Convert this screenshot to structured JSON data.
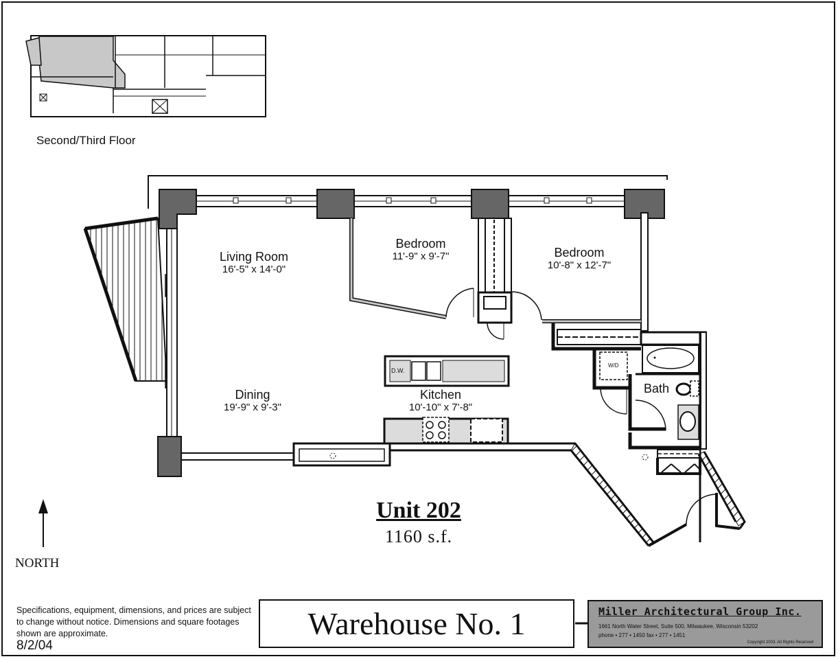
{
  "key_plan": {
    "caption": "Second/Third Floor"
  },
  "rooms": {
    "living": {
      "name": "Living Room",
      "dims": "16'-5\" x 14'-0\""
    },
    "bedroom1": {
      "name": "Bedroom",
      "dims": "11'-9\" x 9'-7\""
    },
    "bedroom2": {
      "name": "Bedroom",
      "dims": "10'-8\" x 12'-7\""
    },
    "dining": {
      "name": "Dining",
      "dims": "19'-9\" x 9'-3\""
    },
    "kitchen": {
      "name": "Kitchen",
      "dims": "10'-10\" x 7'-8\""
    },
    "bath": {
      "name": "Bath"
    }
  },
  "fixtures": {
    "dishwasher": "D.W.",
    "washer_dryer": "W/D"
  },
  "unit": {
    "title": "Unit 202",
    "area": "1160  s.f."
  },
  "compass": {
    "label": "NORTH"
  },
  "disclaimer": "Specifications, equipment, dimensions, and prices are subject to change without notice.  Dimensions and square footages shown are approximate.",
  "date": "8/2/04",
  "brand": "Warehouse No. 1",
  "firm": {
    "name": "Miller Architectural Group Inc.",
    "address": "1661 North Water Street, Suite 500, Milwaukee, Wisconsin 53202",
    "phone": "phone • 277 • 1450    fax • 277 • 1451",
    "copyright": "Copyright  2003.  All Rights Reserved"
  },
  "colors": {
    "wall": "#111111",
    "column": "#666666",
    "shade": "#c8c8c8",
    "counter": "#dcdcdc"
  }
}
